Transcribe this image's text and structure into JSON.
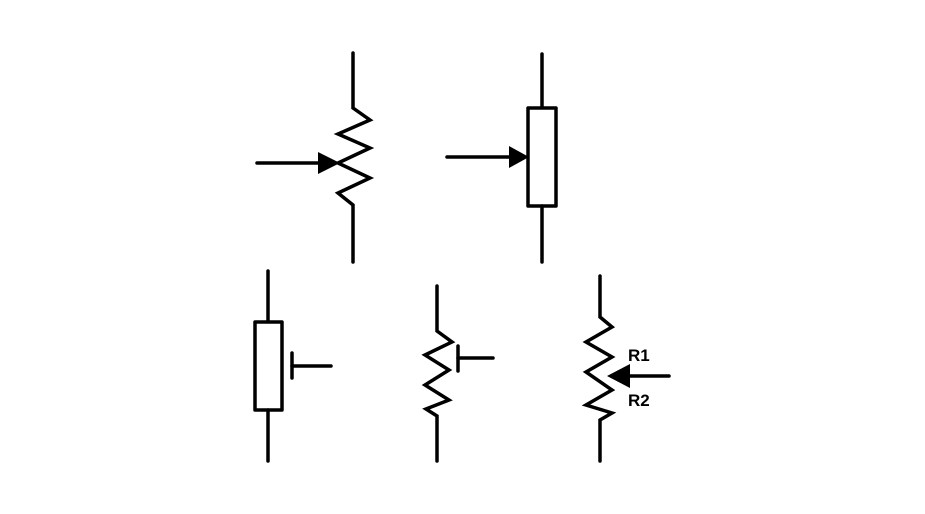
{
  "diagram": {
    "title_hidden": null,
    "symbols": [
      {
        "name": "potentiometer-zigzag-arrow",
        "type": "variable resistor (IEC/ANSI zigzag with wiper arrow)"
      },
      {
        "name": "potentiometer-box-arrow",
        "type": "variable resistor (IEC box with wiper arrow)"
      },
      {
        "name": "trimmer-box",
        "type": "preset/trimmer resistor (box)"
      },
      {
        "name": "trimmer-zigzag",
        "type": "preset/trimmer resistor (zigzag)"
      },
      {
        "name": "potentiometer-divider",
        "type": "potentiometer with labeled sections"
      }
    ],
    "labels": {
      "r1": "R1",
      "r2": "R2"
    },
    "colors": {
      "stroke": "#000000",
      "background": "#ffffff"
    }
  }
}
